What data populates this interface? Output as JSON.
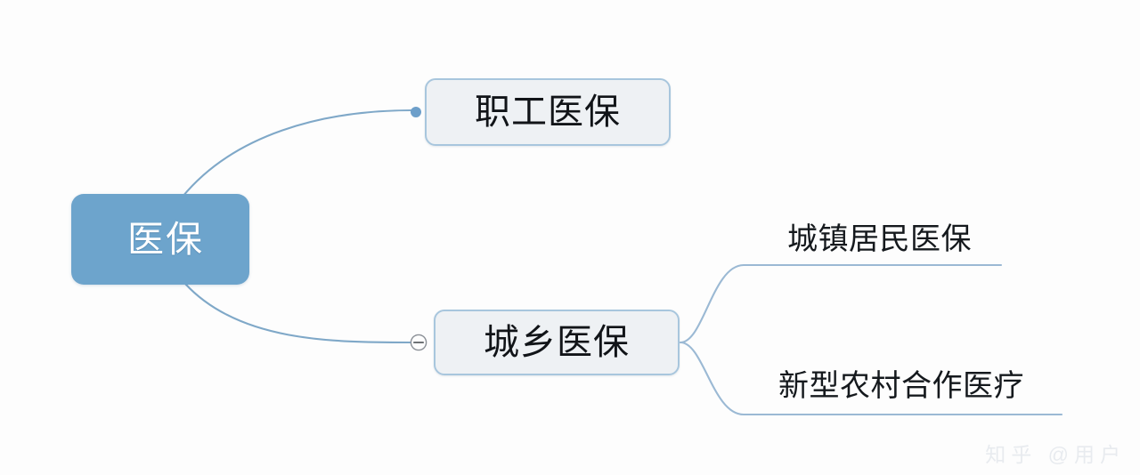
{
  "diagram": {
    "type": "mind-map",
    "background_color": "#fdfdfd",
    "watermark_text": "知乎 @用户"
  },
  "root": {
    "label": "医保",
    "fill_color": "#6da4cc",
    "text_color": "#ffffff"
  },
  "topics": [
    {
      "id": "zhigong",
      "label": "职工医保",
      "fill_color": "#eef1f4",
      "border_color": "#a8c6dd",
      "text_color": "#111418",
      "connector_marker": "dot",
      "expanded": false
    },
    {
      "id": "chengxiang",
      "label": "城乡医保",
      "fill_color": "#eef1f4",
      "border_color": "#a8c6dd",
      "text_color": "#111418",
      "connector_marker": "collapse-minus",
      "expanded": true
    }
  ],
  "leaves": [
    {
      "id": "chengzhen",
      "label": "城镇居民医保",
      "parent": "chengxiang",
      "text_color": "#15191d"
    },
    {
      "id": "xinnonghe",
      "label": "新型农村合作医疗",
      "parent": "chengxiang",
      "text_color": "#15191d"
    }
  ],
  "connectors": {
    "line_color": "#7fa8c8",
    "underline_color": "#9bb9d4",
    "dot_color": "#6d9fca",
    "toggle_stroke_color": "#8a8f96"
  }
}
